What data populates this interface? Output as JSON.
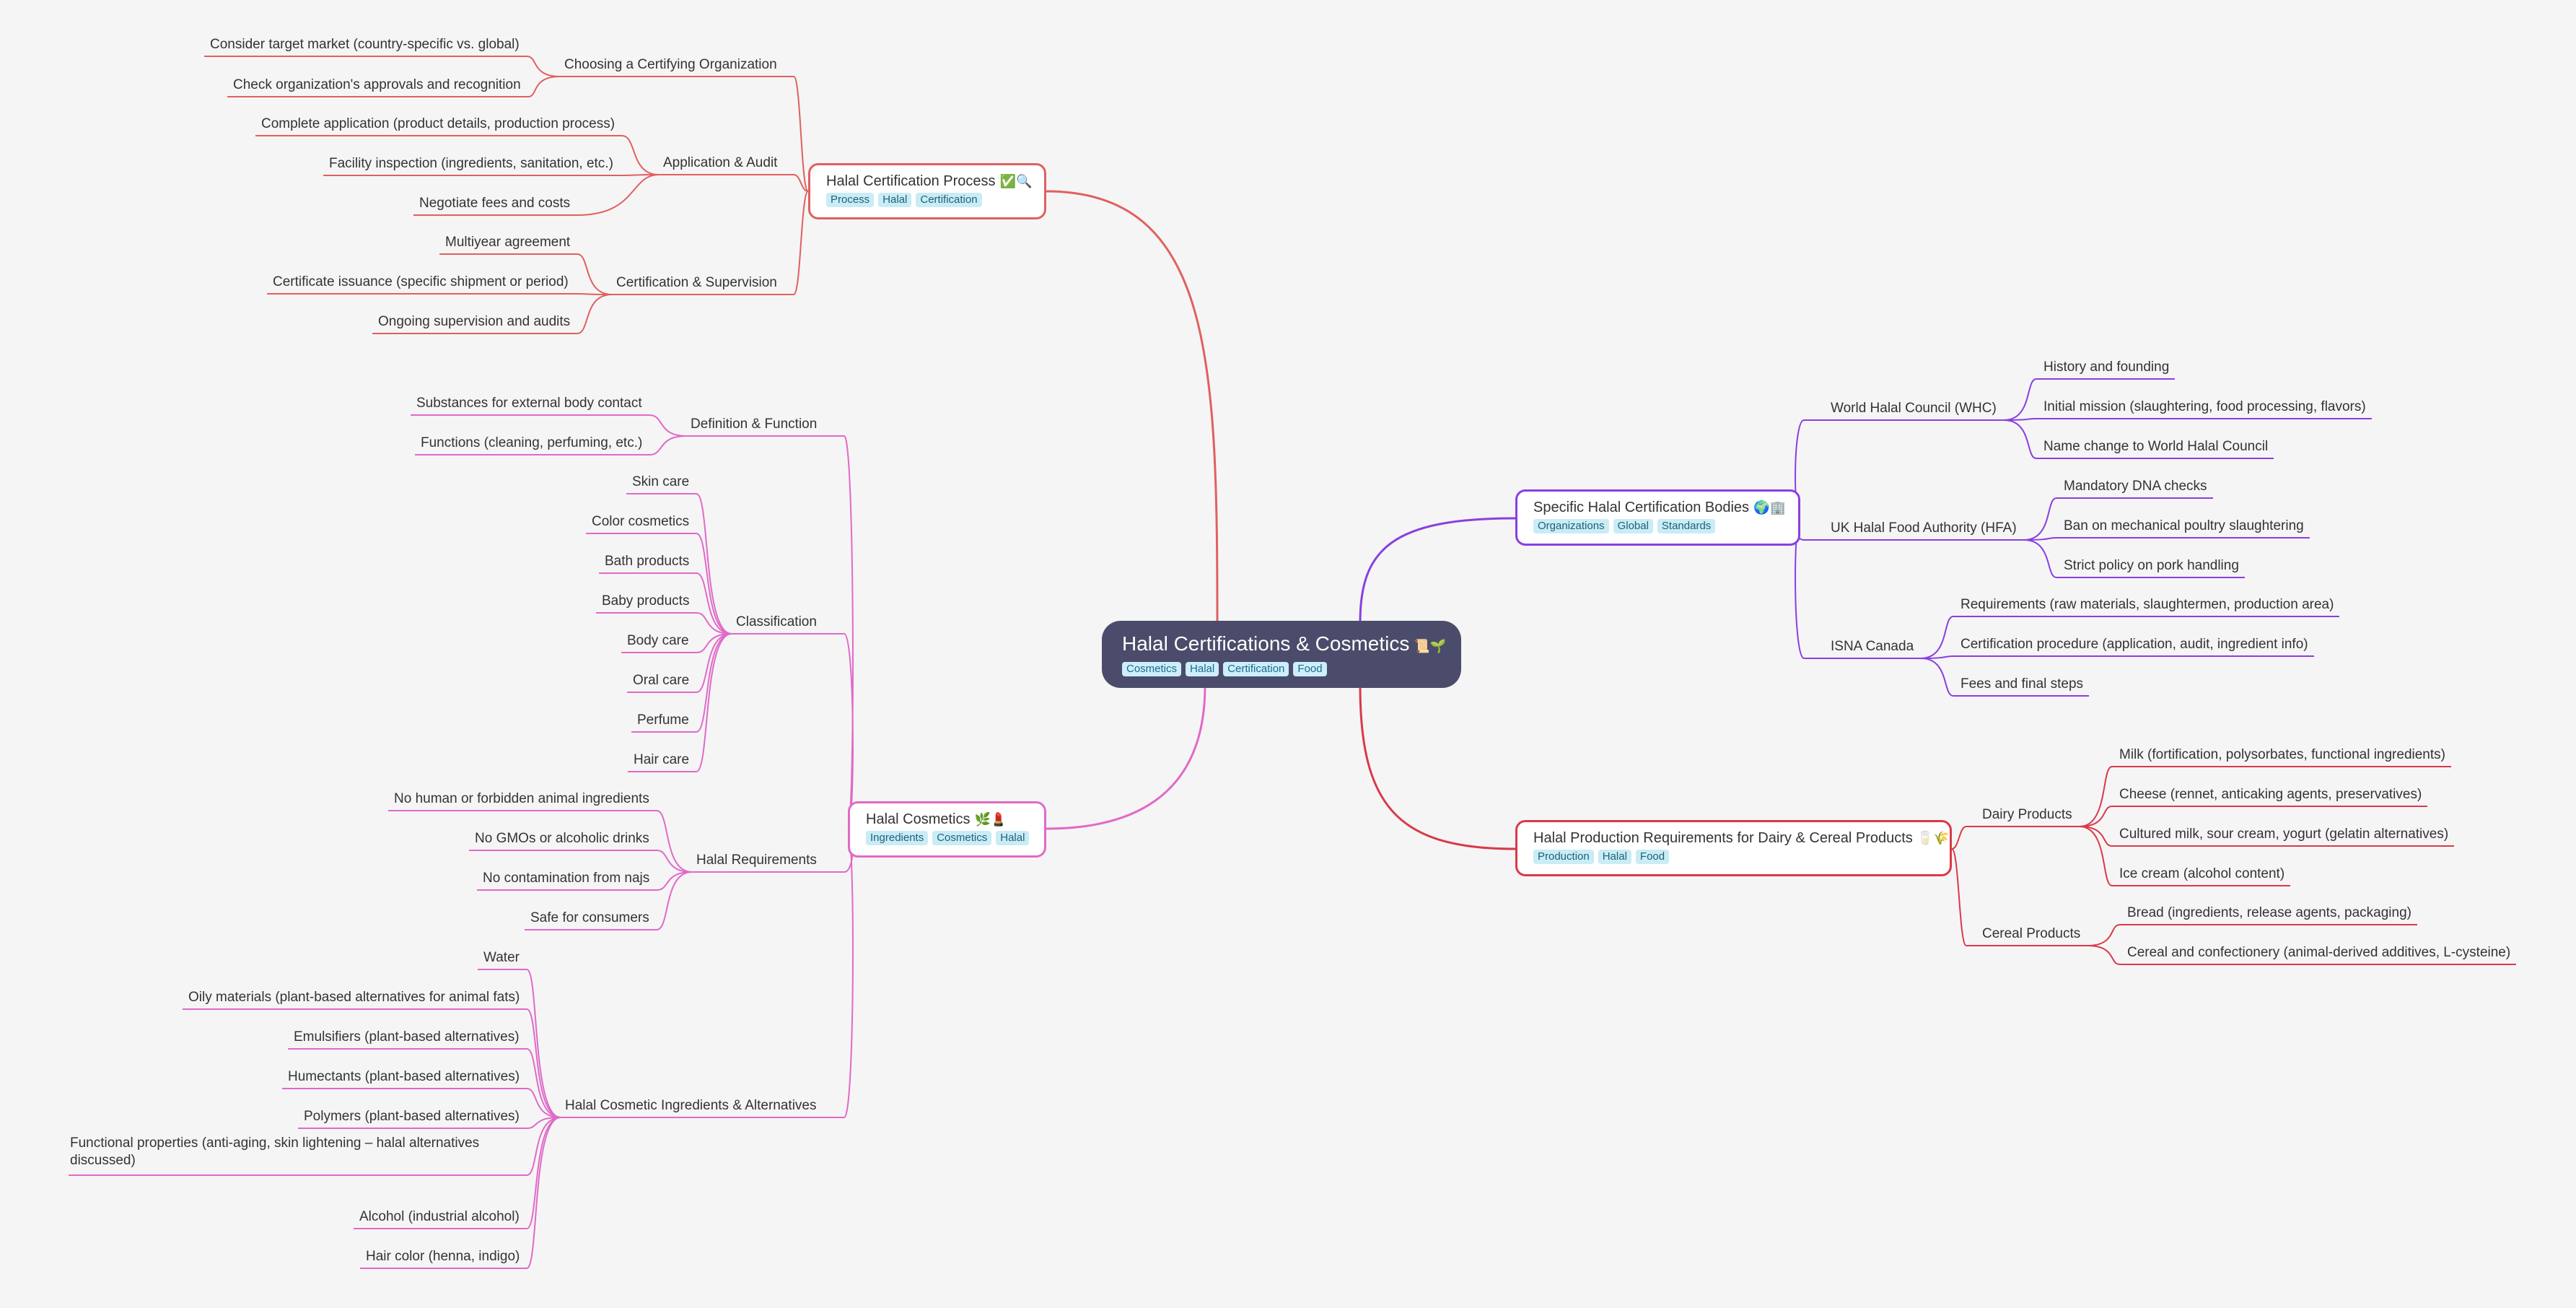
{
  "root": {
    "title": "Halal Certifications & Cosmetics",
    "emoji": "📜🌱",
    "tags": [
      "Cosmetics",
      "Halal",
      "Certification",
      "Food"
    ]
  },
  "branches": {
    "process": {
      "title": "Halal Certification Process",
      "emoji": "✅🔍",
      "tags": [
        "Process",
        "Halal",
        "Certification"
      ],
      "color": "#e06060",
      "groups": [
        {
          "label": "Choosing a Certifying Organization",
          "items": [
            "Consider target market (country-specific vs. global)",
            "Check organization's approvals and recognition"
          ]
        },
        {
          "label": "Application & Audit",
          "items": [
            "Complete application (product details, production process)",
            "Facility inspection (ingredients, sanitation, etc.)",
            "Negotiate fees and costs"
          ]
        },
        {
          "label": "Certification & Supervision",
          "items": [
            "Multiyear agreement",
            "Certificate issuance (specific shipment or period)",
            "Ongoing supervision and audits"
          ]
        }
      ]
    },
    "cosmetics": {
      "title": "Halal Cosmetics",
      "emoji": "🌿💄",
      "tags": [
        "Ingredients",
        "Cosmetics",
        "Halal"
      ],
      "color": "#e06ac8",
      "groups": [
        {
          "label": "Definition & Function",
          "items": [
            "Substances for external body contact",
            "Functions (cleaning, perfuming, etc.)"
          ]
        },
        {
          "label": "Classification",
          "items": [
            "Skin care",
            "Color cosmetics",
            "Bath products",
            "Baby products",
            "Body care",
            "Oral care",
            "Perfume",
            "Hair care"
          ]
        },
        {
          "label": "Halal Requirements",
          "items": [
            "No human or forbidden animal ingredients",
            "No GMOs or alcoholic drinks",
            "No contamination from najs",
            "Safe for consumers"
          ]
        },
        {
          "label": "Halal Cosmetic Ingredients & Alternatives",
          "items": [
            "Water",
            "Oily materials (plant-based alternatives for animal fats)",
            "Emulsifiers (plant-based alternatives)",
            "Humectants (plant-based alternatives)",
            "Polymers (plant-based alternatives)",
            "Functional properties (anti-aging, skin lightening – halal alternatives discussed)",
            "Alcohol (industrial alcohol)",
            "Hair color (henna, indigo)"
          ]
        }
      ]
    },
    "bodies": {
      "title": "Specific Halal Certification Bodies",
      "emoji": "🌍🏢",
      "tags": [
        "Organizations",
        "Global",
        "Standards"
      ],
      "color": "#8a3fe0",
      "groups": [
        {
          "label": "World Halal Council (WHC)",
          "items": [
            "History and founding",
            "Initial mission (slaughtering, food processing, flavors)",
            "Name change to World Halal Council"
          ]
        },
        {
          "label": "UK Halal Food Authority (HFA)",
          "items": [
            "Mandatory DNA checks",
            "Ban on mechanical poultry slaughtering",
            "Strict policy on pork handling"
          ]
        },
        {
          "label": "ISNA Canada",
          "items": [
            "Requirements (raw materials, slaughtermen, production area)",
            "Certification procedure (application, audit, ingredient info)",
            "Fees and final steps"
          ]
        }
      ]
    },
    "dairy": {
      "title": "Halal Production Requirements for Dairy & Cereal Products",
      "emoji": "🥛🌾",
      "tags": [
        "Production",
        "Halal",
        "Food"
      ],
      "color": "#d83a4a",
      "groups": [
        {
          "label": "Dairy Products",
          "items": [
            "Milk (fortification, polysorbates, functional ingredients)",
            "Cheese (rennet, anticaking agents, preservatives)",
            "Cultured milk, sour cream, yogurt (gelatin alternatives)",
            "Ice cream (alcohol content)"
          ]
        },
        {
          "label": "Cereal Products",
          "items": [
            "Bread (ingredients, release agents, packaging)",
            "Cereal and confectionery (animal-derived additives, L-cysteine)"
          ]
        }
      ]
    }
  }
}
